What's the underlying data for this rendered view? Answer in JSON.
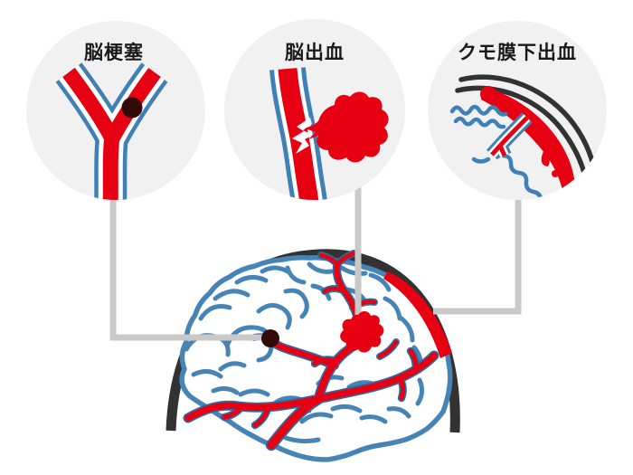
{
  "diagram": {
    "type": "medical-illustration",
    "subject": "Types of stroke shown as magnified insets connected to a brain",
    "insets": [
      {
        "id": "cerebral-infarction",
        "label": "脳梗塞",
        "depicts": "artery blocked by dark clot in Y-shaped vessel"
      },
      {
        "id": "cerebral-hemorrhage",
        "label": "脳出血",
        "depicts": "ruptured vessel with red blood splat"
      },
      {
        "id": "subarachnoid-hemorrhage",
        "label": "クモ膜下出血",
        "depicts": "blood between skull membranes and brain surface"
      }
    ],
    "brain_markers": [
      {
        "id": "clot-dot",
        "links_to": "脳梗塞"
      },
      {
        "id": "hemorrhage-blob",
        "links_to": "脳出血"
      },
      {
        "id": "subarachnoid-band",
        "links_to": "クモ膜下出血"
      }
    ]
  },
  "colors": {
    "artery_red": "#e60012",
    "artery_edge": "#2e6ba0",
    "vessel_blue": "#3f80b6",
    "brain_blue": "#4584b4",
    "skull_black": "#323232",
    "clot_dark": "#320b08",
    "connector_gray": "#c9c9c9",
    "inset_bg": "#f1f1f2",
    "label_black": "#1a1a1a"
  }
}
